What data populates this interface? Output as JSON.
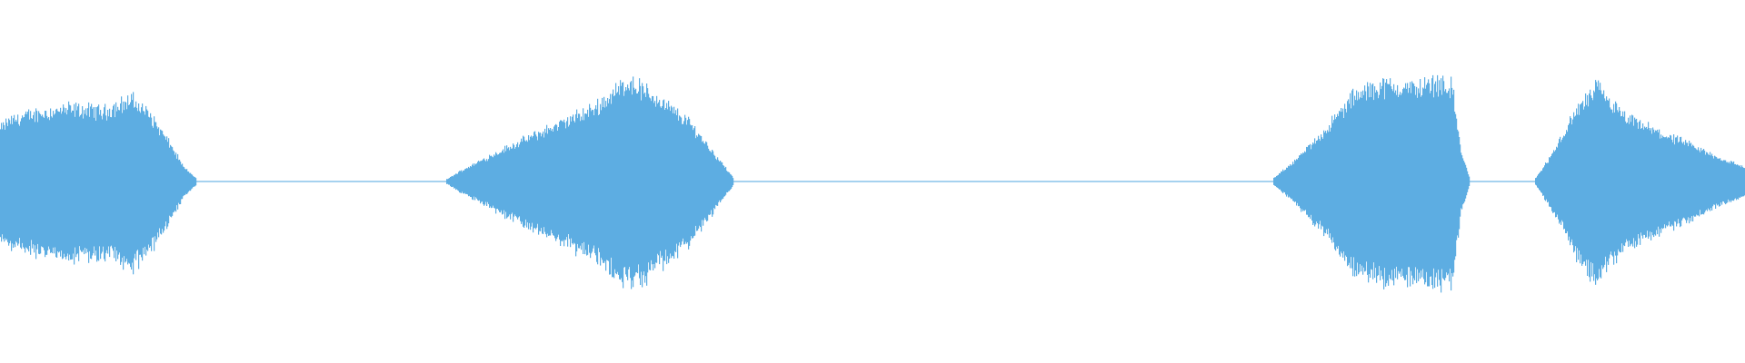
{
  "waveform": {
    "color": "#5dade2",
    "background": "#ffffff",
    "silence_amplitude": 0.015,
    "segments": [
      {
        "name": "segment-1",
        "start": 0.0,
        "end": 0.112,
        "envelope": [
          [
            0.0,
            0.45
          ],
          [
            0.005,
            0.52
          ],
          [
            0.02,
            0.58
          ],
          [
            0.04,
            0.62
          ],
          [
            0.06,
            0.6
          ],
          [
            0.075,
            0.7
          ],
          [
            0.085,
            0.58
          ],
          [
            0.098,
            0.3
          ],
          [
            0.105,
            0.12
          ],
          [
            0.112,
            0.03
          ]
        ]
      },
      {
        "name": "segment-2",
        "start": 0.256,
        "end": 0.42,
        "envelope": [
          [
            0.256,
            0.02
          ],
          [
            0.265,
            0.1
          ],
          [
            0.285,
            0.25
          ],
          [
            0.31,
            0.42
          ],
          [
            0.34,
            0.62
          ],
          [
            0.36,
            0.86
          ],
          [
            0.375,
            0.72
          ],
          [
            0.395,
            0.5
          ],
          [
            0.41,
            0.22
          ],
          [
            0.42,
            0.03
          ]
        ]
      },
      {
        "name": "segment-3",
        "start": 0.73,
        "end": 0.842,
        "envelope": [
          [
            0.73,
            0.03
          ],
          [
            0.745,
            0.22
          ],
          [
            0.76,
            0.45
          ],
          [
            0.775,
            0.72
          ],
          [
            0.79,
            0.82
          ],
          [
            0.81,
            0.8
          ],
          [
            0.825,
            0.85
          ],
          [
            0.832,
            0.8
          ],
          [
            0.837,
            0.25
          ],
          [
            0.842,
            0.03
          ]
        ]
      },
      {
        "name": "segment-4",
        "start": 0.88,
        "end": 1.0,
        "envelope": [
          [
            0.88,
            0.03
          ],
          [
            0.89,
            0.25
          ],
          [
            0.903,
            0.6
          ],
          [
            0.915,
            0.8
          ],
          [
            0.93,
            0.55
          ],
          [
            0.95,
            0.42
          ],
          [
            0.97,
            0.3
          ],
          [
            0.985,
            0.2
          ],
          [
            1.0,
            0.12
          ]
        ]
      }
    ]
  }
}
